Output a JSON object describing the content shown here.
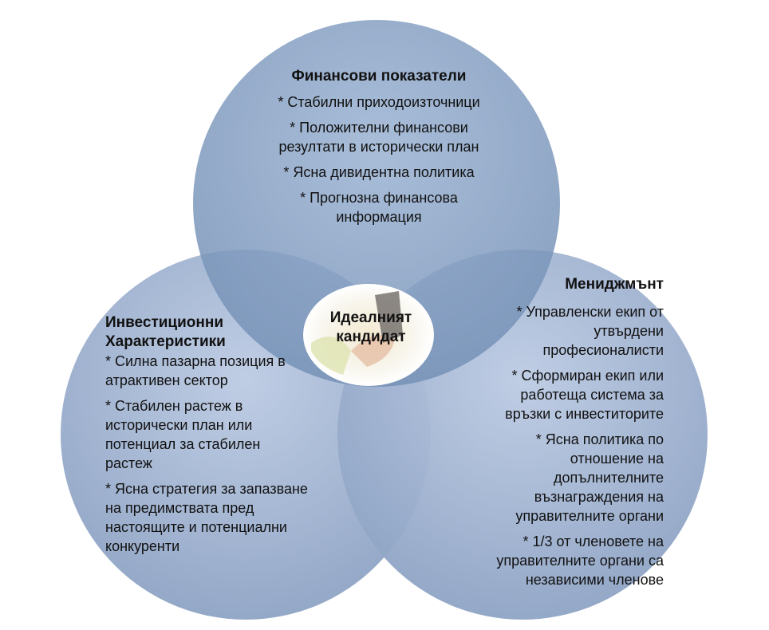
{
  "top": {
    "title": "Финансови показатели",
    "items": [
      "* Стабилни приходоизточници",
      "* Положителни финансови резултати в исторически план",
      "* Ясна дивидентна политика",
      "* Прогнозна финансова информация"
    ]
  },
  "left": {
    "title": "Инвестиционни Характеристики",
    "items": [
      "* Силна пазарна позиция в атрактивен сектор",
      "* Стабилен растеж в исторически план или потенциал за стабилен растеж",
      "* Ясна стратегия за запазване на предимствата пред настоящите и потенциални конкуренти"
    ]
  },
  "right": {
    "title": "Мениджмънт",
    "items": [
      "* Управленски екип от утвърдени професионалисти",
      "* Сформиран екип или работеща система за връзки с инвеститорите",
      "* Ясна политика по отношение на допълнителните възнаграждения на управителните органи",
      "* 1/3 от членовете на управителните органи са независими членове"
    ]
  },
  "center": {
    "label": "Идеалният кандидат",
    "image": "handshake"
  },
  "colors": {
    "top": "#8ea7c8",
    "side": "#aebdd8"
  }
}
